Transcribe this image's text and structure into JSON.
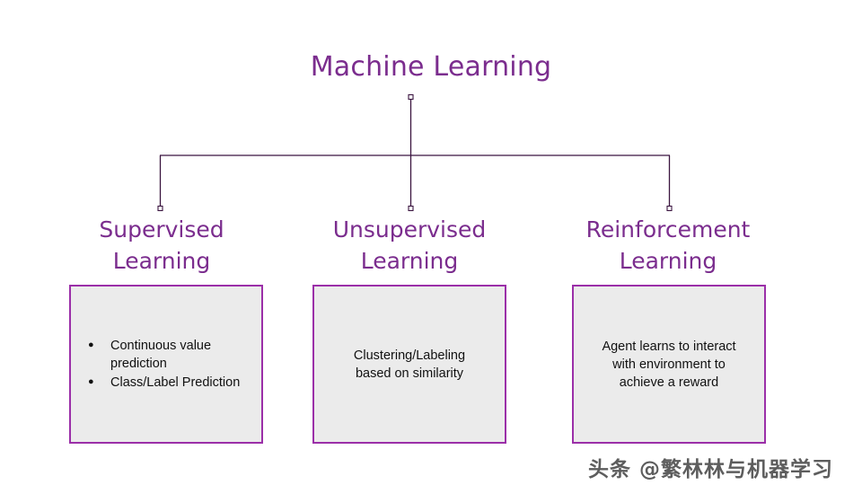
{
  "diagram": {
    "title": "Machine Learning",
    "title_color": "#7B2D8E",
    "background": "#ffffff",
    "connector_color": "#3B1540",
    "box_fill": "#ebebeb",
    "box_border": "#9B2FA8",
    "branches": [
      {
        "label_line1": "Supervised",
        "label_line2": "Learning",
        "body_type": "bullets",
        "bullets": [
          "Continuous value prediction",
          "Class/Label Prediction"
        ]
      },
      {
        "label_line1": "Unsupervised",
        "label_line2": "Learning",
        "body_type": "paragraph",
        "paragraph_line1": "Clustering/Labeling",
        "paragraph_line2": "based on similarity"
      },
      {
        "label_line1": "Reinforcement",
        "label_line2": "Learning",
        "body_type": "paragraph",
        "paragraph_line1": "Agent learns to interact",
        "paragraph_line2": "with environment to",
        "paragraph_line3": "achieve a reward"
      }
    ]
  },
  "watermark": {
    "text": "头条 @繁林林与机器学习"
  }
}
